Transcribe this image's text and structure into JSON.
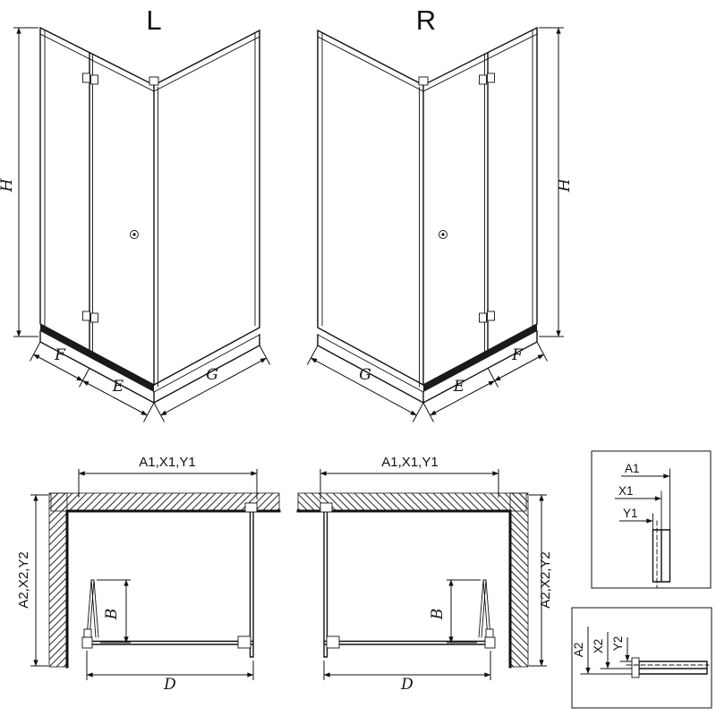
{
  "drawing": {
    "iso_left": {
      "title": "L",
      "h": "H",
      "f": "F",
      "e": "E",
      "g": "G"
    },
    "iso_right": {
      "title": "R",
      "h": "H",
      "f": "F",
      "e": "E",
      "g": "G"
    },
    "plan_left": {
      "width_dim": "A1,X1,Y1",
      "height_dim": "A2,X2,Y2",
      "b": "B",
      "d": "D"
    },
    "plan_right": {
      "width_dim": "A1,X1,Y1",
      "height_dim": "A2,X2,Y2",
      "b": "B",
      "d": "D"
    },
    "detail_width": {
      "a1": "A1",
      "x1": "X1",
      "y1": "Y1"
    },
    "detail_height": {
      "a2": "A2",
      "x2": "X2",
      "y2": "Y2"
    },
    "colors": {
      "line": "#111111",
      "background": "#ffffff"
    }
  }
}
